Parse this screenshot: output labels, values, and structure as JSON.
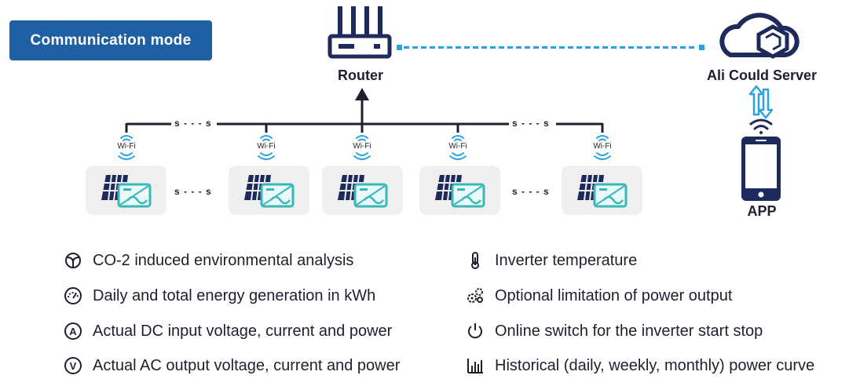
{
  "title": "Communication mode",
  "router_label": "Router",
  "cloud_label": "Ali Could Server",
  "app_label": "APP",
  "wifi_label": "Wi-Fi",
  "break_mark": "s - - - s",
  "colors": {
    "accent": "#1f5fa3",
    "navy": "#1f2a5c",
    "cyan": "#29a3e0",
    "teal": "#3ab7b7"
  },
  "features_left": [
    {
      "icon": "leaf-icon",
      "text": "CO-2 induced environmental analysis"
    },
    {
      "icon": "gauge-icon",
      "text": "Daily and total energy generation in kWh"
    },
    {
      "icon": "ampere-icon",
      "text": "Actual DC input voltage, current and power"
    },
    {
      "icon": "volt-icon",
      "text": "Actual AC output voltage, current and power"
    }
  ],
  "features_right": [
    {
      "icon": "thermometer-icon",
      "text": "Inverter temperature"
    },
    {
      "icon": "gears-icon",
      "text": "Optional limitation of power output"
    },
    {
      "icon": "power-icon",
      "text": "Online switch for the inverter start stop"
    },
    {
      "icon": "bar-chart-icon",
      "text": "Historical (daily, weekly, monthly) power curve"
    }
  ]
}
